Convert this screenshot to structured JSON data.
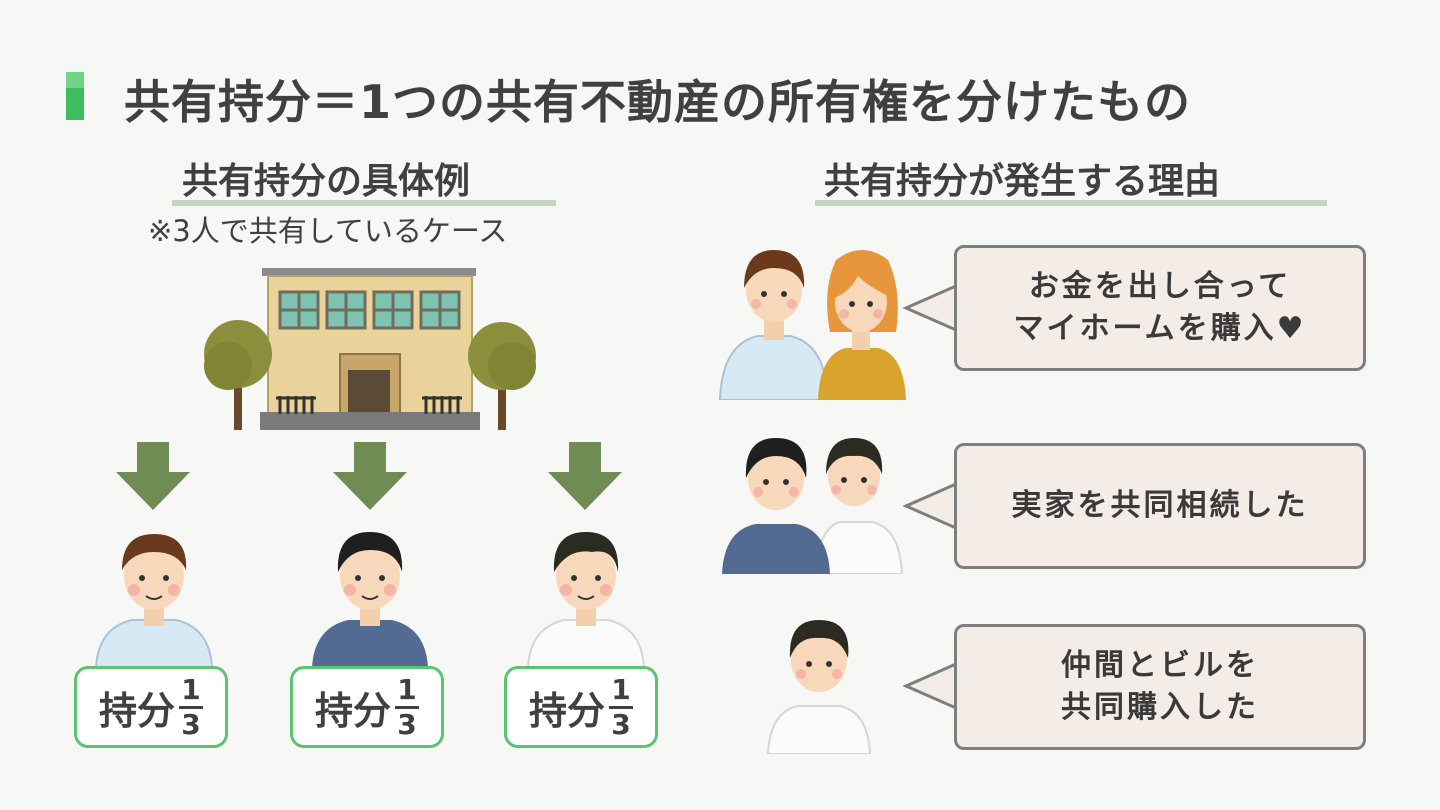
{
  "title": "共有持分＝1つの共有不動産の所有権を分けたもの",
  "left_section": {
    "heading": "共有持分の具体例",
    "note": "※3人で共有しているケース",
    "shares": [
      {
        "label": "持分",
        "numerator": "1",
        "denominator": "3"
      },
      {
        "label": "持分",
        "numerator": "1",
        "denominator": "3"
      },
      {
        "label": "持分",
        "numerator": "1",
        "denominator": "3"
      }
    ]
  },
  "right_section": {
    "heading": "共有持分が発生する理由",
    "reasons": [
      {
        "line1": "お金を出し合って",
        "line2": "マイホームを購入♥"
      },
      {
        "line1": "実家を共同相続した",
        "line2": ""
      },
      {
        "line1": "仲間とビルを",
        "line2": "共同購入した"
      }
    ]
  },
  "colors": {
    "accent_green": "#3dbd5e",
    "share_border": "#5cc36f",
    "arrow": "#6f8c55",
    "underline": "#c7d6bf",
    "bubble_fill": "#f4ece7",
    "bubble_border": "#7e7e7e"
  },
  "icons": [
    "house-icon",
    "tree-icon",
    "arrow-down-icon",
    "person-icon",
    "couple-icon",
    "brothers-icon"
  ]
}
